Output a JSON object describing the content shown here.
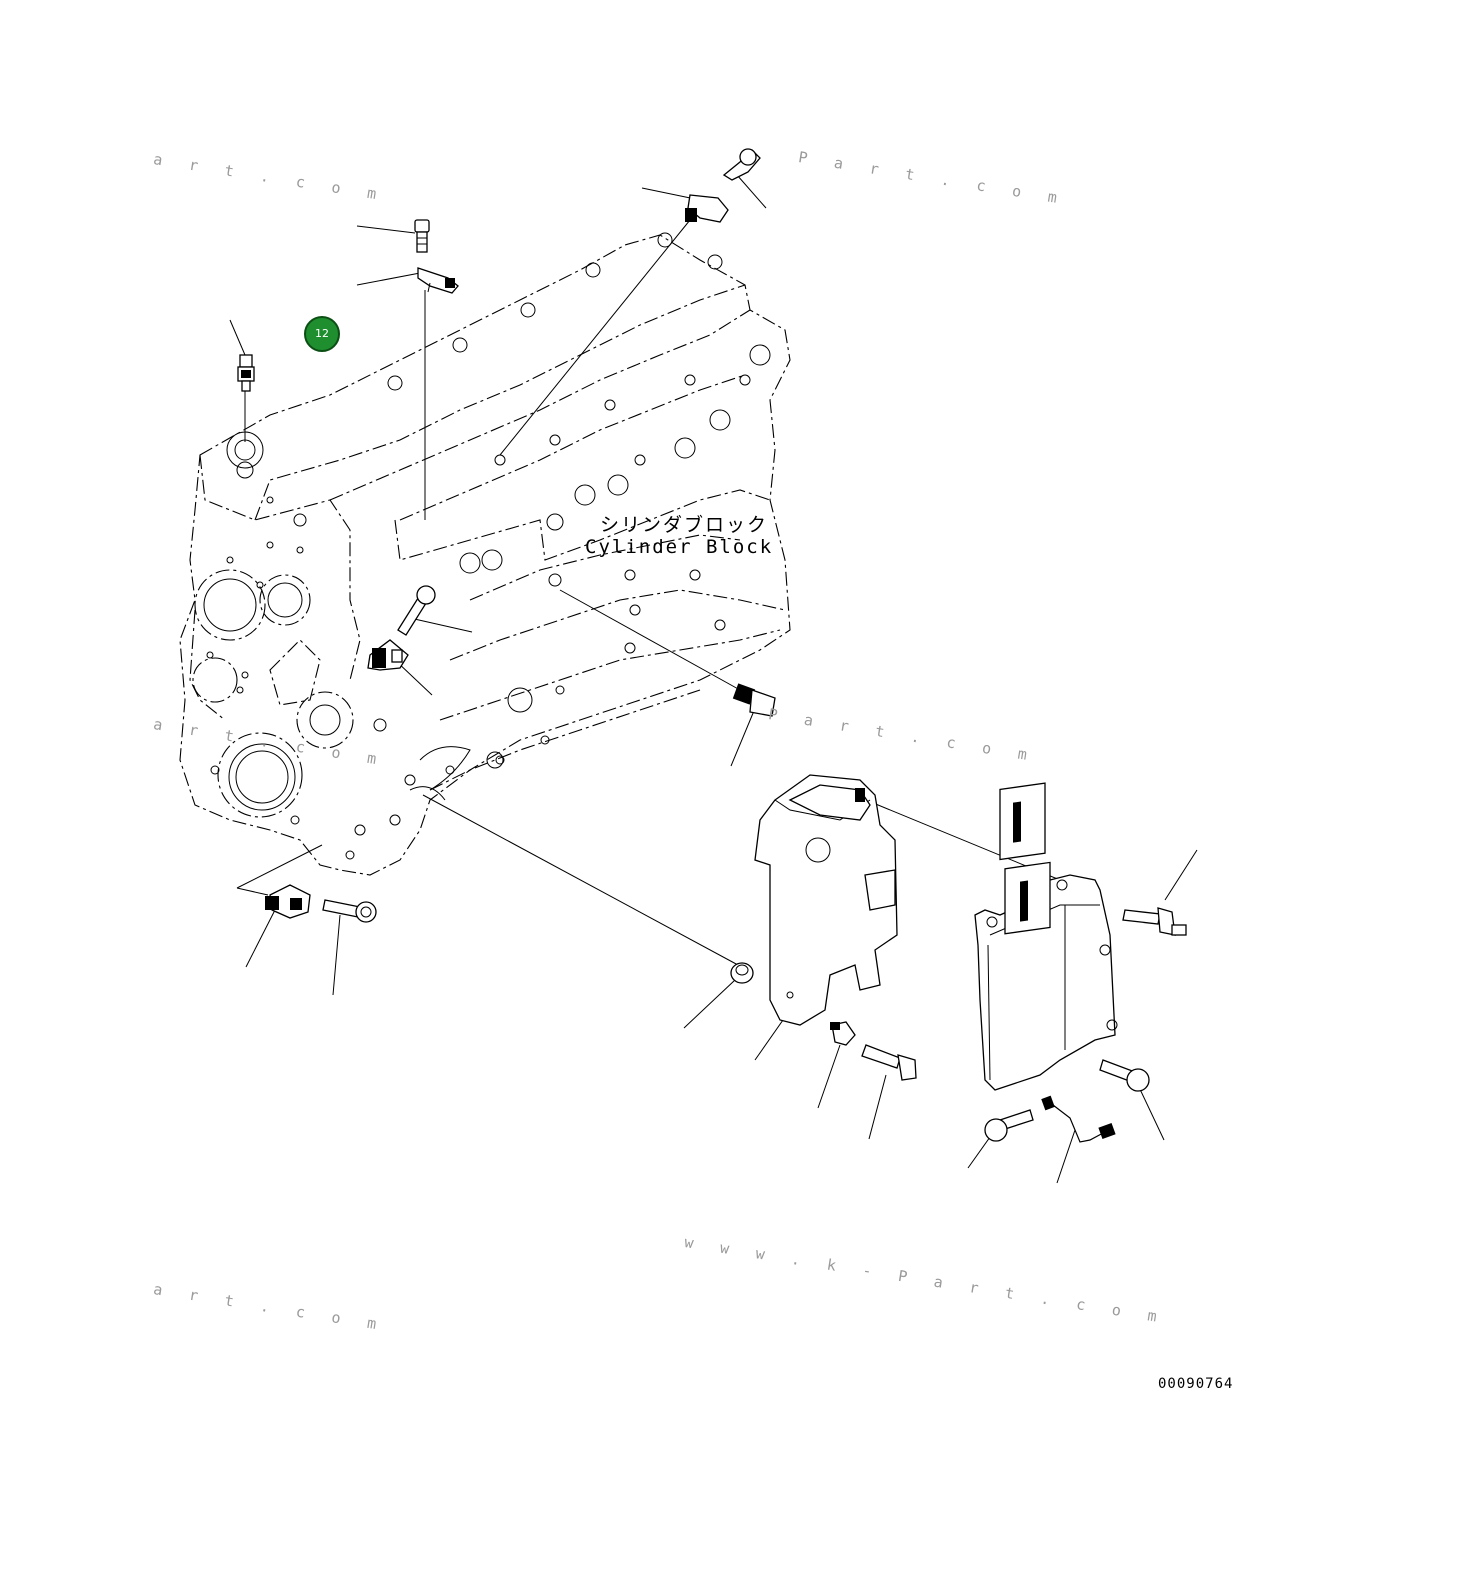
{
  "diagram": {
    "block_label_jp": "シリンダブロック",
    "block_label_en": "Cylinder Block",
    "drawing_number": "00090764",
    "callout": {
      "number": "12",
      "color": "#1e8e2e"
    },
    "watermarks": [
      "a r t . c o m",
      "P a r t . c o m",
      "a r t . c o m",
      "P a r t . c o m",
      "w w w . k - P a r t . c o m",
      "a r t . c o m"
    ]
  }
}
